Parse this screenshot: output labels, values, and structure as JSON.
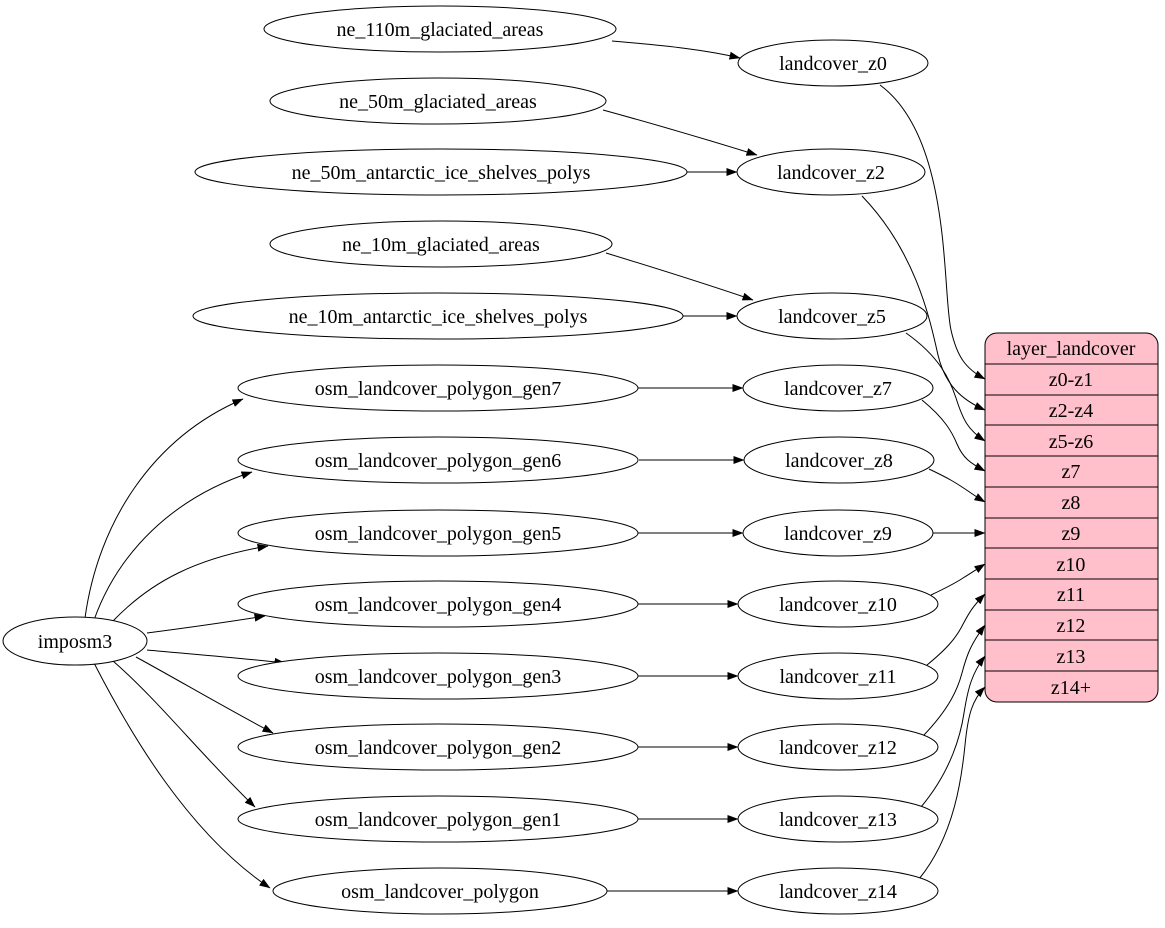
{
  "colors": {
    "record_fill": "#ffc0cb",
    "node_fill": "#ffffff",
    "edge_color": "#000000"
  },
  "nodes": {
    "imposm3": "imposm3",
    "sources": [
      "ne_110m_glaciated_areas",
      "ne_50m_glaciated_areas",
      "ne_50m_antarctic_ice_shelves_polys",
      "ne_10m_glaciated_areas",
      "ne_10m_antarctic_ice_shelves_polys",
      "osm_landcover_polygon_gen7",
      "osm_landcover_polygon_gen6",
      "osm_landcover_polygon_gen5",
      "osm_landcover_polygon_gen4",
      "osm_landcover_polygon_gen3",
      "osm_landcover_polygon_gen2",
      "osm_landcover_polygon_gen1",
      "osm_landcover_polygon"
    ],
    "landcover": [
      "landcover_z0",
      "landcover_z2",
      "landcover_z5",
      "landcover_z7",
      "landcover_z8",
      "landcover_z9",
      "landcover_z10",
      "landcover_z11",
      "landcover_z12",
      "landcover_z13",
      "landcover_z14"
    ],
    "record": {
      "title": "layer_landcover",
      "rows": [
        "z0-z1",
        "z2-z4",
        "z5-z6",
        "z7",
        "z8",
        "z9",
        "z10",
        "z11",
        "z12",
        "z13",
        "z14+"
      ]
    }
  },
  "edges": [
    {
      "from": "imposm3",
      "to": "osm_landcover_polygon_gen7"
    },
    {
      "from": "imposm3",
      "to": "osm_landcover_polygon_gen6"
    },
    {
      "from": "imposm3",
      "to": "osm_landcover_polygon_gen5"
    },
    {
      "from": "imposm3",
      "to": "osm_landcover_polygon_gen4"
    },
    {
      "from": "imposm3",
      "to": "osm_landcover_polygon_gen3"
    },
    {
      "from": "imposm3",
      "to": "osm_landcover_polygon_gen2"
    },
    {
      "from": "imposm3",
      "to": "osm_landcover_polygon_gen1"
    },
    {
      "from": "imposm3",
      "to": "osm_landcover_polygon"
    },
    {
      "from": "ne_110m_glaciated_areas",
      "to": "landcover_z0"
    },
    {
      "from": "ne_50m_glaciated_areas",
      "to": "landcover_z2"
    },
    {
      "from": "ne_50m_antarctic_ice_shelves_polys",
      "to": "landcover_z2"
    },
    {
      "from": "ne_10m_glaciated_areas",
      "to": "landcover_z5"
    },
    {
      "from": "ne_10m_antarctic_ice_shelves_polys",
      "to": "landcover_z5"
    },
    {
      "from": "osm_landcover_polygon_gen7",
      "to": "landcover_z7"
    },
    {
      "from": "osm_landcover_polygon_gen6",
      "to": "landcover_z8"
    },
    {
      "from": "osm_landcover_polygon_gen5",
      "to": "landcover_z9"
    },
    {
      "from": "osm_landcover_polygon_gen4",
      "to": "landcover_z10"
    },
    {
      "from": "osm_landcover_polygon_gen3",
      "to": "landcover_z11"
    },
    {
      "from": "osm_landcover_polygon_gen2",
      "to": "landcover_z12"
    },
    {
      "from": "osm_landcover_polygon_gen1",
      "to": "landcover_z13"
    },
    {
      "from": "osm_landcover_polygon",
      "to": "landcover_z14"
    },
    {
      "from": "landcover_z0",
      "to": "z0-z1"
    },
    {
      "from": "landcover_z2",
      "to": "z2-z4"
    },
    {
      "from": "landcover_z5",
      "to": "z5-z6"
    },
    {
      "from": "landcover_z7",
      "to": "z7"
    },
    {
      "from": "landcover_z8",
      "to": "z8"
    },
    {
      "from": "landcover_z9",
      "to": "z9"
    },
    {
      "from": "landcover_z10",
      "to": "z10"
    },
    {
      "from": "landcover_z11",
      "to": "z11"
    },
    {
      "from": "landcover_z12",
      "to": "z12"
    },
    {
      "from": "landcover_z13",
      "to": "z13"
    },
    {
      "from": "landcover_z14",
      "to": "z14+"
    }
  ]
}
